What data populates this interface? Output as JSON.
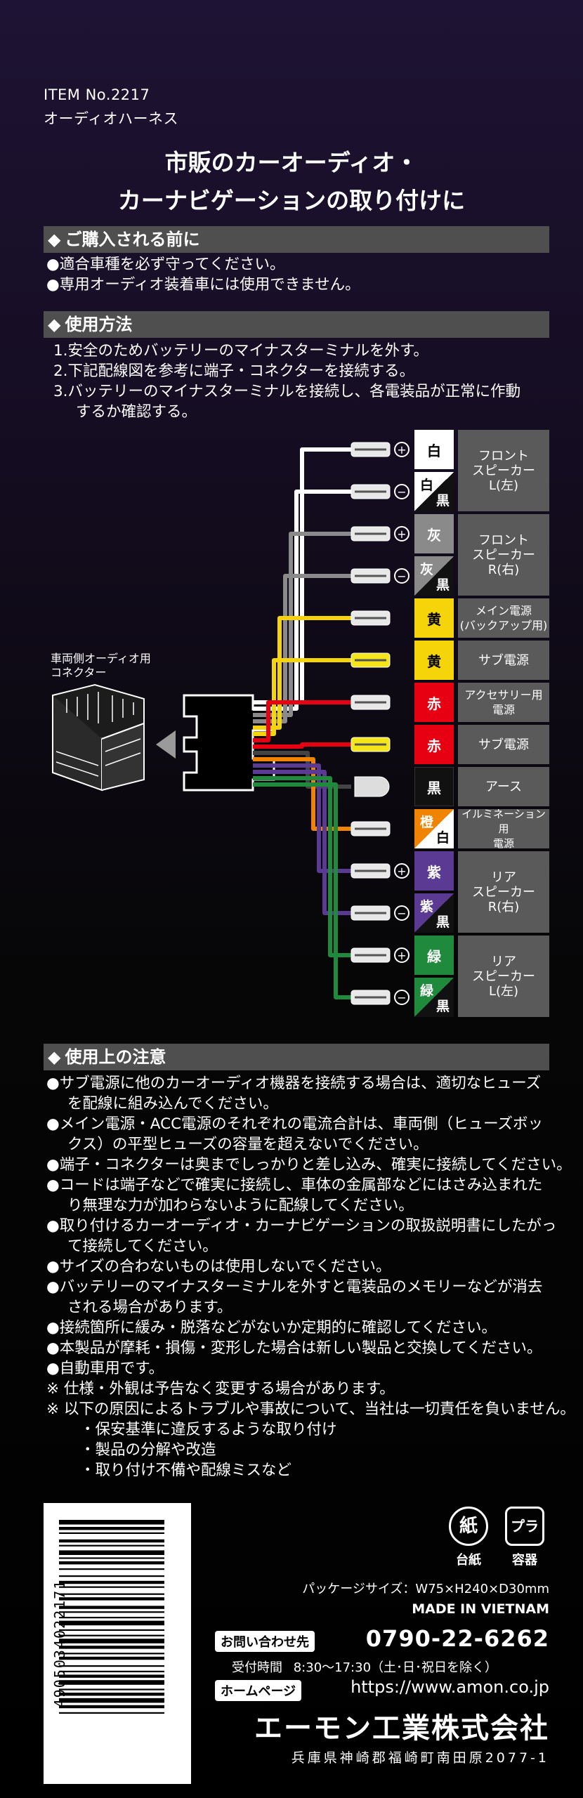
{
  "header": {
    "item_no": "ITEM No.2217",
    "product_name": "オーディオハーネス"
  },
  "headline": {
    "line1": "市販のカーオーディオ・",
    "line2": "カーナビゲーションの取り付けに"
  },
  "before_purchase": {
    "title": "ご購入される前に",
    "items": [
      "●適合車種を必ず守ってください。",
      "●専用オーディオ装着車には使用できません。"
    ]
  },
  "usage": {
    "title": "使用方法",
    "steps": [
      "1.安全のためバッテリーのマイナスターミナルを外す。",
      "2.下記配線図を参考に端子・コネクターを接続する。",
      "3.バッテリーのマイナスターミナルを接続し、各電装品が正常に作動",
      "するか確認する。"
    ]
  },
  "diagram": {
    "vehicle_connector_label": [
      "車両側オーディオ用",
      "コネクター"
    ],
    "wires": [
      {
        "color_label": "白",
        "sub_label": "",
        "sign": "+",
        "function": "",
        "hex": "#ffffff"
      },
      {
        "color_label": "白",
        "sub_label": "黒",
        "sign": "−",
        "function": "",
        "hex": "#ffffff"
      },
      {
        "color_label": "灰",
        "sub_label": "",
        "sign": "+",
        "function": "",
        "hex": "#8a8a8a"
      },
      {
        "color_label": "灰",
        "sub_label": "黒",
        "sign": "−",
        "function": "",
        "hex": "#8a8a8a"
      },
      {
        "color_label": "黄",
        "sub_label": "",
        "sign": "",
        "function": "メイン電源\n(バックアップ用)",
        "hex": "#f5d50a"
      },
      {
        "color_label": "黄",
        "sub_label": "",
        "sign": "",
        "function": "サブ電源",
        "hex": "#f5d50a"
      },
      {
        "color_label": "赤",
        "sub_label": "",
        "sign": "",
        "function": "アクセサリー用\n電源",
        "hex": "#e60012"
      },
      {
        "color_label": "赤",
        "sub_label": "",
        "sign": "",
        "function": "サブ電源",
        "hex": "#e60012"
      },
      {
        "color_label": "黒",
        "sub_label": "",
        "sign": "",
        "function": "アース",
        "hex": "#111111"
      },
      {
        "color_label": "橙",
        "sub_label": "白",
        "sign": "",
        "function": "イルミネーション用\n電源",
        "hex": "#f08300"
      },
      {
        "color_label": "紫",
        "sub_label": "",
        "sign": "+",
        "function": "",
        "hex": "#5b3a94"
      },
      {
        "color_label": "紫",
        "sub_label": "黒",
        "sign": "−",
        "function": "",
        "hex": "#5b3a94"
      },
      {
        "color_label": "緑",
        "sub_label": "",
        "sign": "+",
        "function": "",
        "hex": "#1f8a3b"
      },
      {
        "color_label": "緑",
        "sub_label": "黒",
        "sign": "−",
        "function": "",
        "hex": "#1f8a3b"
      }
    ],
    "speaker_groups": [
      {
        "label": "フロント\nスピーカー\nL(左)"
      },
      {
        "label": "フロント\nスピーカー\nR(右)"
      },
      {
        "label": "リア\nスピーカー\nR(右)"
      },
      {
        "label": "リア\nスピーカー\nL(左)"
      }
    ]
  },
  "cautions": {
    "title": "使用上の注意",
    "lines": [
      "●サブ電源に他のカーオーディオ機器を接続する場合は、適切なヒューズ",
      "を配線に組み込んでください。",
      "●メイン電源・ACC電源のそれぞれの電流合計は、車両側（ヒューズボッ",
      "クス）の平型ヒューズの容量を超えないでください。",
      "●端子・コネクターは奥までしっかりと差し込み、確実に接続してください。",
      "●コードは端子などで確実に接続し、車体の金属部などにはさみ込まれた",
      "り無理な力が加わらないように配線してください。",
      "●取り付けるカーオーディオ・カーナビゲーションの取扱説明書にしたがっ",
      "て接続してください。",
      "●サイズの合わないものは使用しないでください。",
      "●バッテリーのマイナスターミナルを外すと電装品のメモリーなどが消去",
      "される場合があります。",
      "●接続箇所に緩み・脱落などがないか定期的に確認してください。",
      "●本製品が摩耗・損傷・変形した場合は新しい製品と交換してください。",
      "●自動車用です。",
      "※ 仕様・外観は予告なく変更する場合があります。",
      "※ 以下の原因によるトラブルや事故について、当社は一切責任を負いません。",
      "・保安基準に違反するような取り付け",
      "・製品の分解や改造",
      "・取り付け不備や配線ミスなど"
    ]
  },
  "recycle": {
    "paper_mark": "紙",
    "paper_label": "台紙",
    "plastic_mark": "プラ",
    "plastic_label": "容器"
  },
  "package": {
    "size": "パッケージサイズ：W75×H240×D30mm",
    "origin": "MADE IN VIETNAM"
  },
  "contact": {
    "inquiry_label": "お問い合わせ先",
    "phone": "0790-22-6262",
    "hours_label": "受付時間",
    "hours": "8:30〜17:30（土･日･祝日を除く）",
    "homepage_label": "ホームページ",
    "url": "https://www.amon.co.jp"
  },
  "company": {
    "name": "エーモン工業株式会社",
    "address": "兵庫県神崎郡福崎町南田原2077-1"
  },
  "barcode": {
    "number": "4905034022171"
  }
}
